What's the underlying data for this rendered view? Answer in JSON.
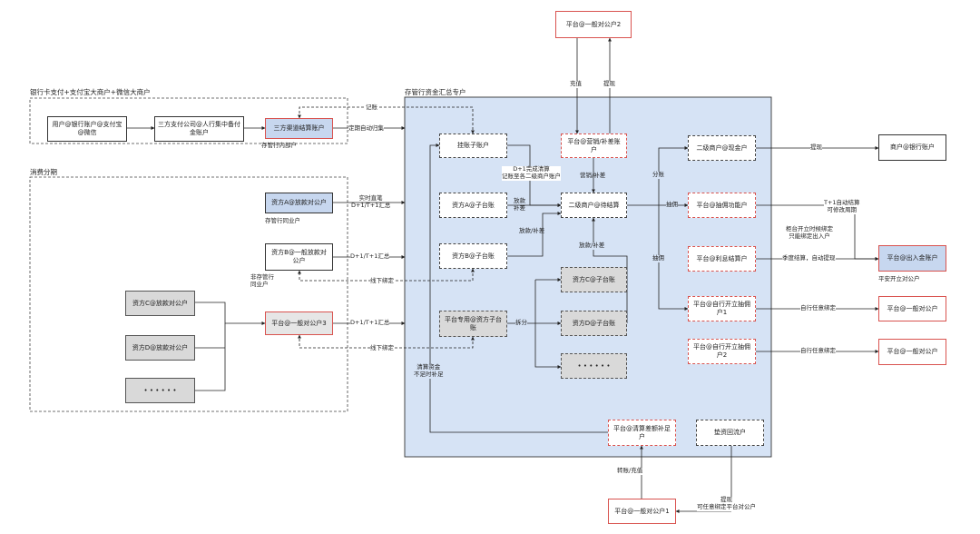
{
  "regions": {
    "bank_group": "银行卡支付+支付宝大商户+微信大商户",
    "consumer_group": "消费分期",
    "custody_main": "存管行资金汇总专户"
  },
  "boxes": {
    "user_bank": "用户@银行账户@支付宝@微信",
    "third_party": "三方支付公司@人行集中备付金账户",
    "channel_settle": "三方渠道结算账户",
    "platform_public2": "平台@一般对公户2",
    "hang_sub": "挂账子账户",
    "marketing": "平台@营销/补差账户",
    "secondary_cash": "二级商户@现金户",
    "merchant_bank": "商户@银行账户",
    "fund_a_loan": "资方A@放款对公户",
    "fund_a_sub": "资方A@子台账",
    "secondary_pending": "二级商户@待结算",
    "platform_fee": "平台@抽佣功能户",
    "fund_b_loan": "资方B@一般放款对公户",
    "fund_b_sub": "资方B@子台账",
    "fund_c_sub": "资方C@子台账",
    "platform_interest": "平台@利息结算户",
    "platform_inout": "平台@出入金账户",
    "fund_c_loan": "资方C@放款对公户",
    "platform_public3": "平台@一般对公户3",
    "platform_fund_sub": "平台专用@资方子台账",
    "fund_d_sub": "资方D@子台账",
    "platform_self1": "平台@自行开立抽佣户1",
    "platform_public_r1": "平台@一般对公户",
    "fund_d_loan": "资方D@放款对公户",
    "platform_self2": "平台@自行开立抽佣户2",
    "platform_public_r2": "平台@一般对公户",
    "dots_left": "• • • • • •",
    "dots_mid": "• • • • • •",
    "platform_clearing": "平台@清算差额补足户",
    "refund_flow": "垫资回流户",
    "platform_public1": "平台@一般对公户1"
  },
  "labels": {
    "custody_inner": "存管行内部户",
    "custody_same": "存管行同业户",
    "non_custody": "非存管行同业户",
    "ping_an_public": "平安开立对公户",
    "jizhang": "记账",
    "regular_sweep": "定期自动归集",
    "realtime_direct": "实时直笔\nD+1/T+1汇总",
    "d1_summary_b": "D+1/T+1汇总",
    "d1_summary_3": "D+1/T+1汇总",
    "offline_bind_b": "线下绑定",
    "offline_bind_3": "线下绑定",
    "recharge": "充值",
    "withdraw_top": "提现",
    "d1_clearing": "D+1完成清算\n记账至各二级商户账户",
    "marketing_diff": "营销/补差",
    "loan_diff_a": "放款\n补差",
    "loan_diff_b": "放款/补差",
    "loan_diff_c": "放款/补差",
    "split": "分账",
    "commission1": "抽佣",
    "commission2": "抽佣",
    "withdraw_merchant": "提现",
    "t1_settle": "T+1自动结算\n可修改周期",
    "bind_note": "柜台开立时候绑定\n只能绑定出入户",
    "quarterly": "季度结算，自动提现",
    "any_bind1": "自行任意绑定",
    "any_bind2": "自行任意绑定",
    "split_fund": "拆分",
    "clearing_insufficient": "清算资金\n不足时补足",
    "transfer_recharge": "转账/充值",
    "withdraw_bottom": "提现\n可任意绑定平台对公户"
  }
}
